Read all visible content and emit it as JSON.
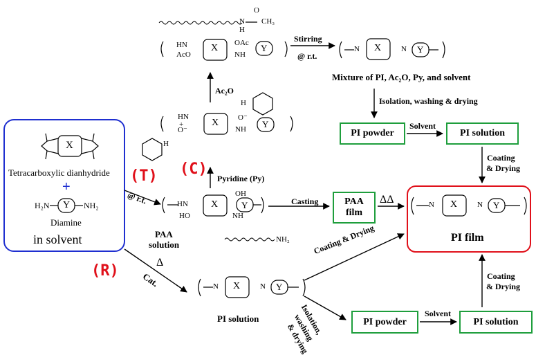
{
  "monomer_box": {
    "dianhydride_label": "Tetracarboxylic dianhydride",
    "plus": "+",
    "diamine_label": "Diamine",
    "solvent_label": "in solvent",
    "x_core": "X",
    "y_core": "Y",
    "nh2_left": "H₂N",
    "nh2_right": "NH₂"
  },
  "routes": {
    "t": "(T)",
    "c": "(C)",
    "r": "(R)"
  },
  "conditions": {
    "rt": "@ r.t.",
    "heat_cat": "Δ",
    "cat": "Cat.",
    "pyridine": "Pyridine (Py)",
    "ac2o": "Ac₂O",
    "stirring": "Stirring",
    "stirring_rt": "@ r.t.",
    "isolation_top": "Isolation, washing & drying",
    "solvent_top": "Solvent",
    "coating_right_1": "Coating",
    "coating_right_2": "& Drying",
    "casting": "Casting",
    "double_heat": "ΔΔ",
    "coating_drying_diag": "Coating & Drying",
    "isolation_bottom_1": "Isolation,",
    "isolation_bottom_2": "washing",
    "isolation_bottom_3": "& drying",
    "solvent_bottom": "Solvent",
    "coating_bottom_1": "Coating",
    "coating_bottom_2": "& Drying"
  },
  "products": {
    "paa_solution_1": "PAA",
    "paa_solution_2": "solution",
    "pi_solution_mid": "PI solution",
    "mixture": "Mixture of PI, Ac₂O, Py, and solvent",
    "pi_powder_top": "PI powder",
    "pi_solution_top": "PI solution",
    "paa_film_1": "PAA",
    "paa_film_2": "film",
    "pi_film": "PI film",
    "pi_powder_bottom": "PI powder",
    "pi_solution_bottom": "PI solution"
  },
  "structure_text": {
    "x": "X",
    "y": "Y",
    "hn": "HN",
    "nh": "NH",
    "oh": "OH",
    "ho": "HO",
    "oac": "OAc",
    "aco": "AcO",
    "o": "O",
    "n": "N",
    "h": "H",
    "ch3": "CH₃",
    "nh2": "NH₂",
    "pyH": "H",
    "o_minus": "O⁻",
    "plus": "+"
  },
  "colors": {
    "monomer_border": "#1f2fd0",
    "green_border": "#1e9e3c",
    "red_border": "#e0101a",
    "route_text": "#e0101a",
    "plus_blue": "#1f2fd0"
  }
}
